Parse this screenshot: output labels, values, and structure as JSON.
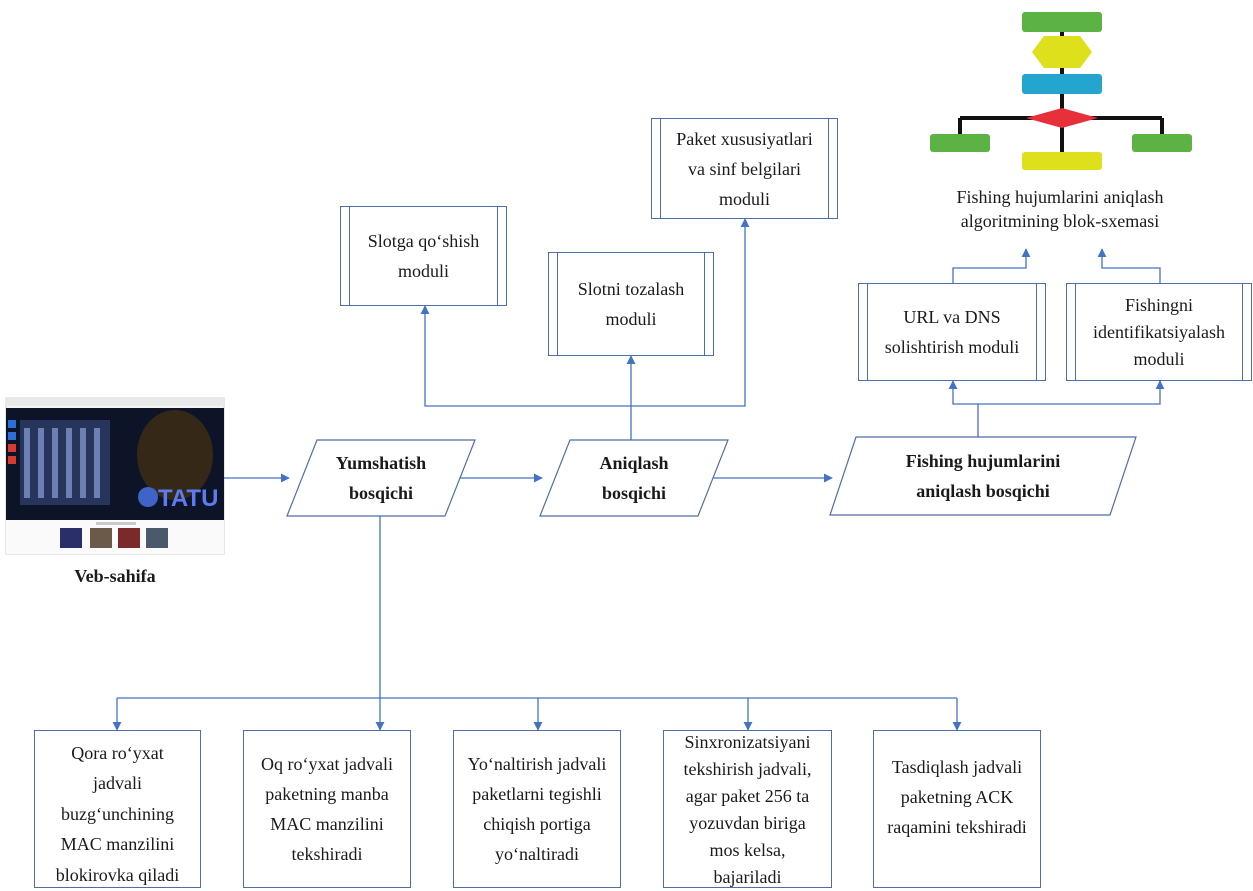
{
  "webpage": {
    "label": "Veb-sahifa",
    "screenshot_logo": "TATU"
  },
  "stages": {
    "softening": [
      "Yumshatish",
      "bosqichi"
    ],
    "detection": [
      "Aniqlash",
      "bosqichi"
    ],
    "phishing": [
      "Fishing hujumlarini",
      "aniqlash bosqichi"
    ]
  },
  "modules": {
    "slot_add": [
      "Slotga qo‘shish",
      "moduli"
    ],
    "slot_clear": [
      "Slotni tozalash",
      "moduli"
    ],
    "packet_features": [
      "Paket xususiyatlari",
      "va sinf belgilari",
      "moduli"
    ],
    "url_dns": [
      "URL va DNS",
      "solishtirish moduli"
    ],
    "phishing_id": [
      "Fishingni",
      "identifikatsiyalash",
      "moduli"
    ]
  },
  "algorithm": {
    "caption": [
      "Fishing hujumlarini aniqlash",
      "algoritmining blok-sxemasi"
    ],
    "block_colors": {
      "green": "#5cb343",
      "yellow": "#dde01a",
      "blue": "#23a5cf",
      "red": "#e8303a",
      "connector": "#111111"
    }
  },
  "tables": [
    [
      "Qora ro‘yxat",
      "jadvali",
      "buzg‘unchining",
      "MAC manzilini",
      "blokirovka qiladi"
    ],
    [
      "Oq ro‘yxat jadvali",
      "paketning manba",
      "MAC manzilini",
      "tekshiradi"
    ],
    [
      "Yo‘naltirish jadvali",
      "paketlarni tegishli",
      "chiqish portiga",
      "yo‘naltiradi"
    ],
    [
      "Sinxronizatsiyani",
      "tekshirish jadvali,",
      "agar paket 256 ta",
      "yozuvdan biriga",
      "mos kelsa,",
      "bajariladi"
    ],
    [
      "Tasdiqlash jadvali",
      "paketning ACK",
      "raqamini tekshiradi"
    ]
  ],
  "colors": {
    "line": "#4472c4",
    "box_border": "#4f6ea8"
  }
}
